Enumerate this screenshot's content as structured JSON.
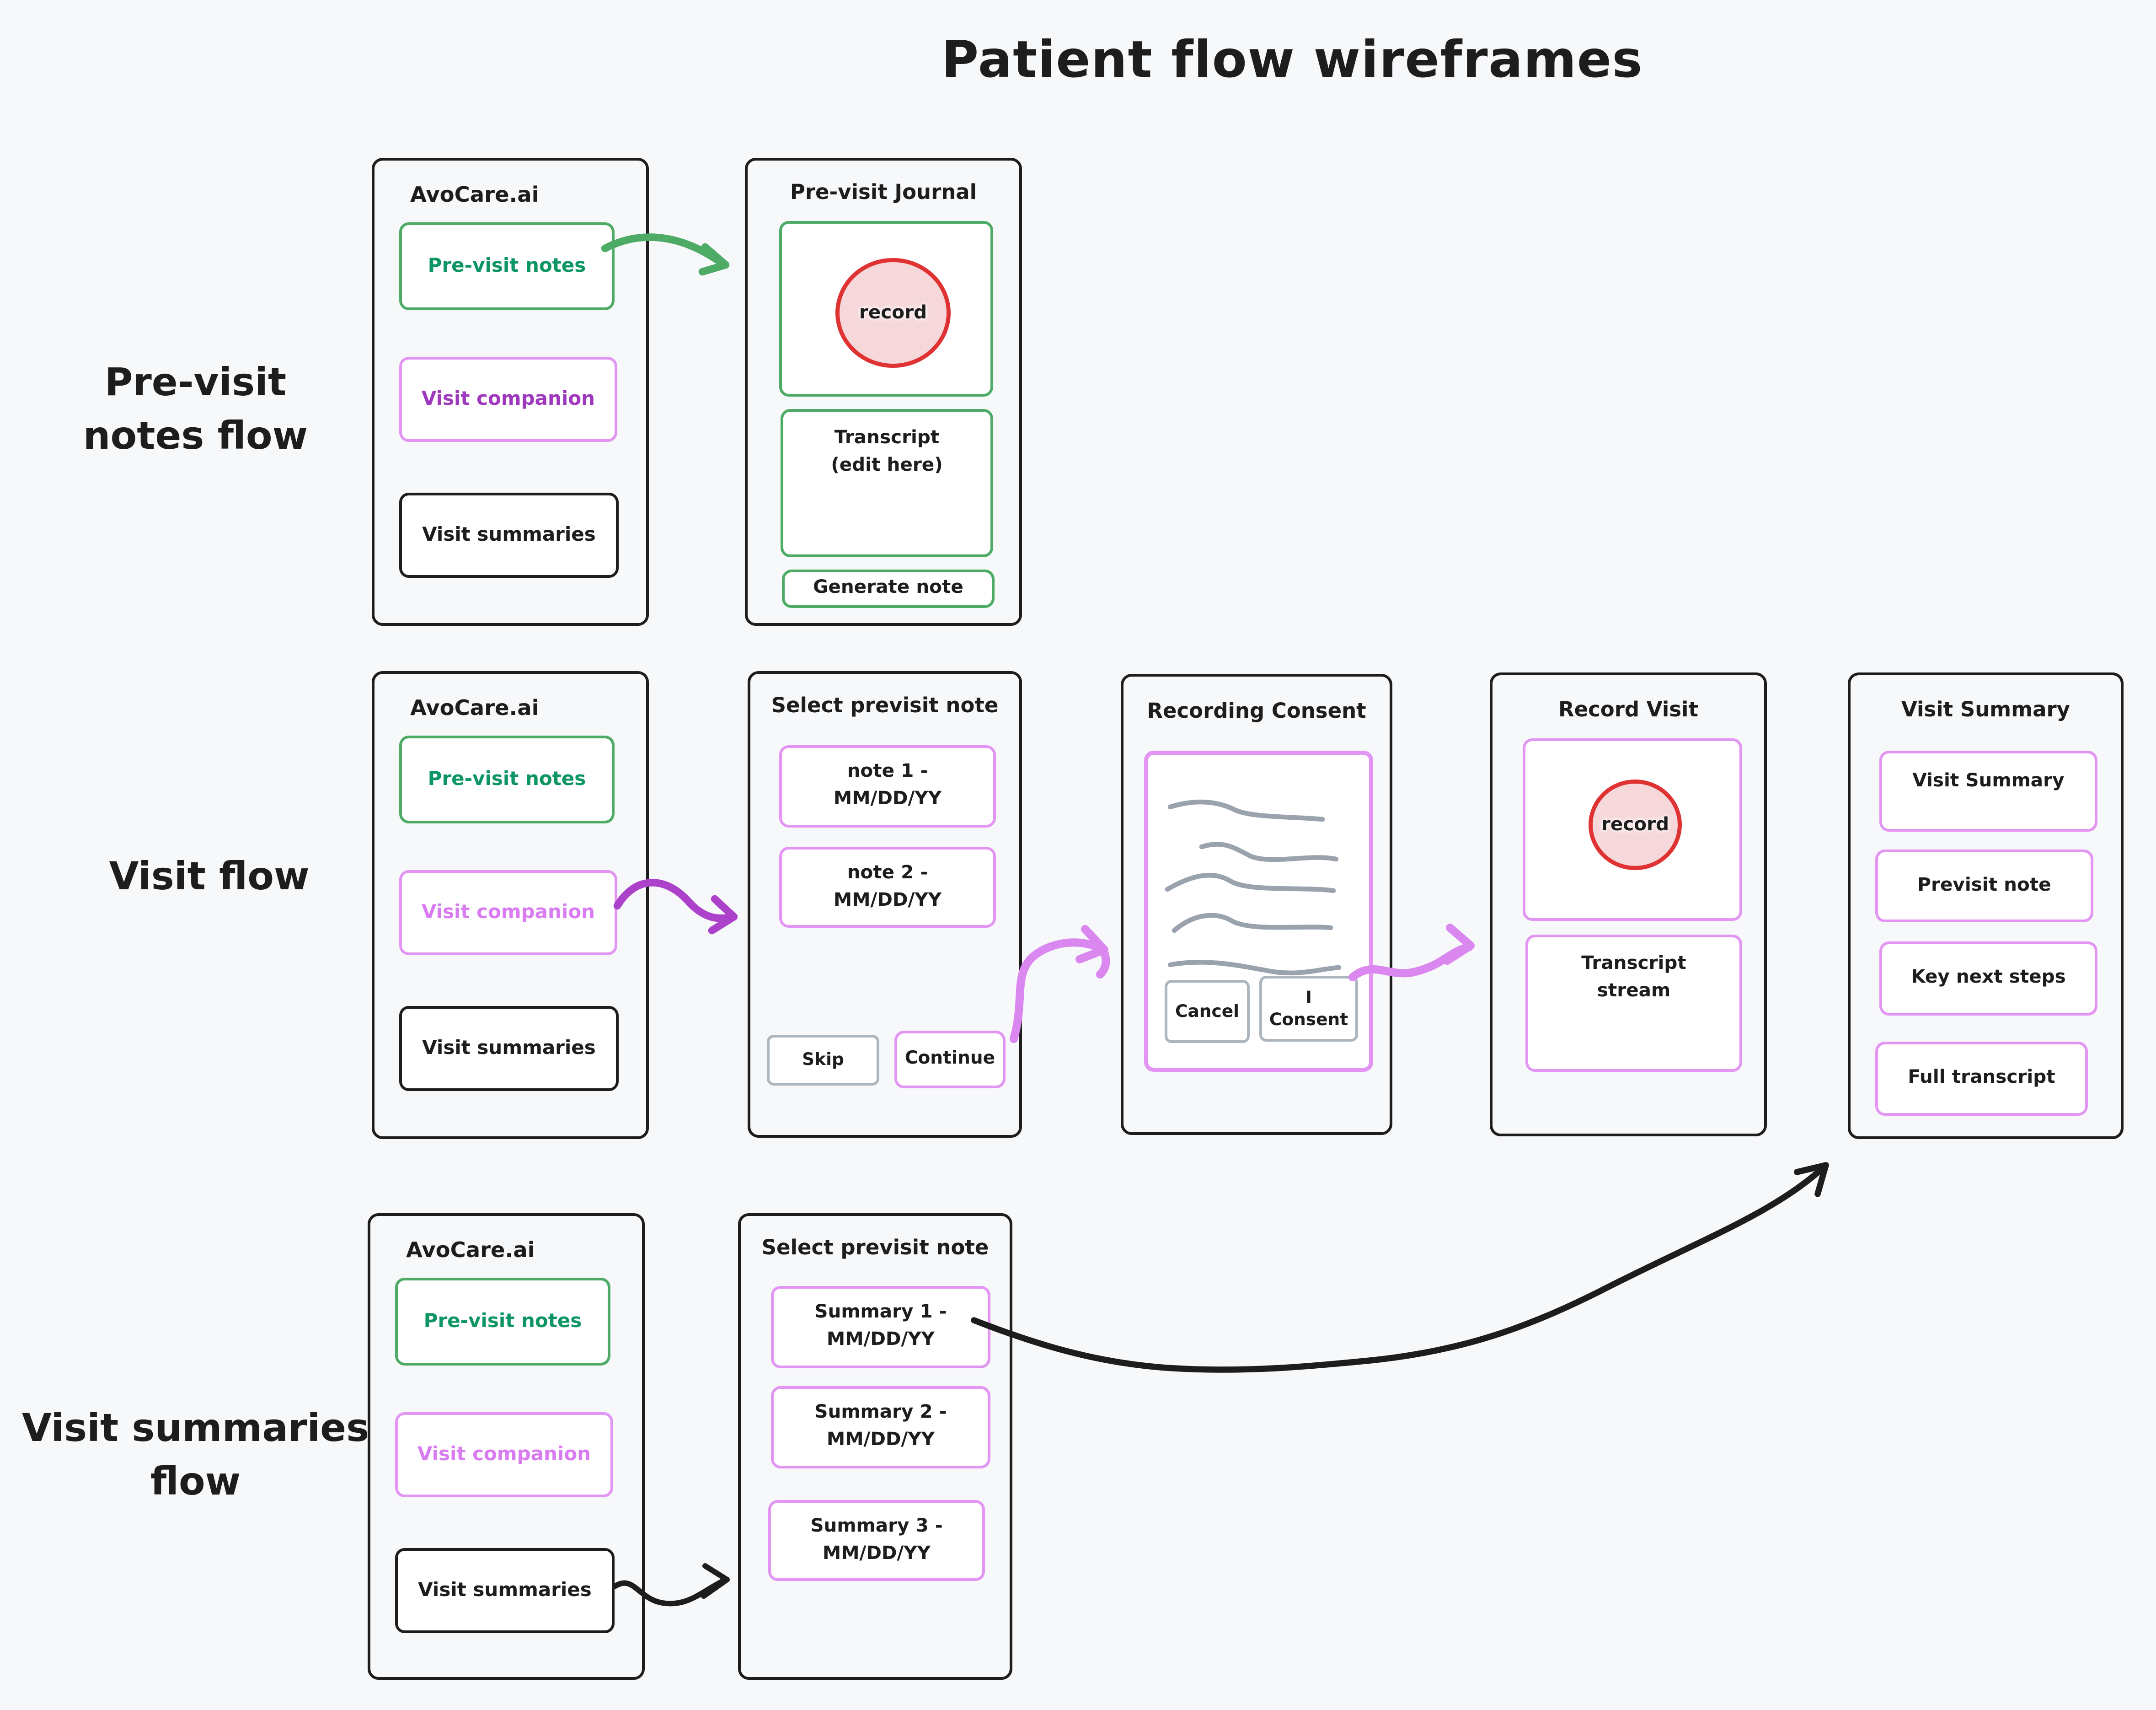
{
  "title": "Patient flow wireframes",
  "flow_labels": {
    "previsit_line1": "Pre-visit",
    "previsit_line2": "notes flow",
    "visit": "Visit flow",
    "summaries_line1": "Visit summaries",
    "summaries_line2": "flow"
  },
  "app_panel": {
    "title": "AvoCare.ai",
    "buttons": {
      "previsit": "Pre-visit notes",
      "companion": "Visit companion",
      "summaries": "Visit summaries"
    }
  },
  "journal_panel": {
    "title": "Pre-visit Journal",
    "record_label": "record",
    "transcript_line1": "Transcript",
    "transcript_line2": "(edit here)",
    "generate": "Generate note"
  },
  "select_panel": {
    "title": "Select previsit note",
    "note1_line1": "note 1 -",
    "note1_line2": "MM/DD/YY",
    "note2_line1": "note 2 -",
    "note2_line2": "MM/DD/YY",
    "skip": "Skip",
    "continue": "Continue"
  },
  "consent_panel": {
    "title": "Recording Consent",
    "cancel": "Cancel",
    "consent_line1": "I",
    "consent_line2": "Consent"
  },
  "record_panel": {
    "title": "Record Visit",
    "record_label": "record",
    "stream_line1": "Transcript",
    "stream_line2": "stream"
  },
  "summary_panel": {
    "title": "Visit Summary",
    "items": [
      "Visit Summary",
      "Previsit note",
      "Key next steps",
      "Full transcript"
    ]
  },
  "summaries_panel": {
    "title": "Select previsit note",
    "items": [
      {
        "line1": "Summary 1 -",
        "line2": "MM/DD/YY"
      },
      {
        "line1": "Summary 2 -",
        "line2": "MM/DD/YY"
      },
      {
        "line1": "Summary 3 -",
        "line2": "MM/DD/YY"
      }
    ]
  },
  "colors": {
    "background": "#f7f8fa",
    "ink": "#1d1d1d",
    "green_border": "#4dab66",
    "green_text": "#0d9664",
    "orchid_border": "#e295f2",
    "orchid_text_strong": "#9e38bd",
    "orchid_text_light": "#d97cf0",
    "purple_arrow": "#ab42c9",
    "orchid_arrow": "#da87ef",
    "record_red": "#df3232",
    "record_fill": "#f7d8da",
    "neutral_border": "#aeb6bd",
    "squiggle_gray": "#9aa3ad"
  }
}
